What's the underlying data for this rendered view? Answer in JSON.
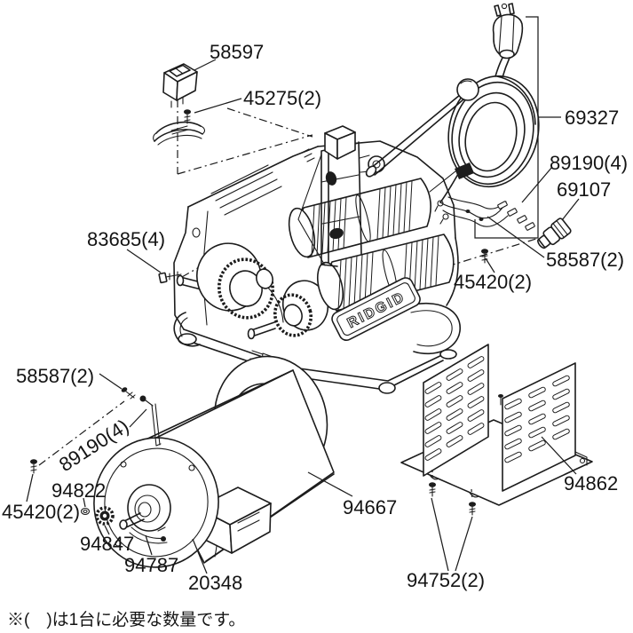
{
  "diagram": {
    "kind": "exploded-parts-diagram",
    "nameplate": "RIDGID",
    "footnote": "※(　)は1台に必要な数量です。"
  },
  "labels": [
    {
      "id": "58597",
      "text": "58597",
      "part_number": "58597",
      "quantity_shown": ""
    },
    {
      "id": "45275",
      "text": "45275(2)",
      "part_number": "45275",
      "quantity_shown": "2"
    },
    {
      "id": "69327",
      "text": "69327",
      "part_number": "69327",
      "quantity_shown": ""
    },
    {
      "id": "89190-r",
      "text": "89190(4)",
      "part_number": "89190",
      "quantity_shown": "4"
    },
    {
      "id": "69107",
      "text": "69107",
      "part_number": "69107",
      "quantity_shown": ""
    },
    {
      "id": "58587-r",
      "text": "58587(2)",
      "part_number": "58587",
      "quantity_shown": "2"
    },
    {
      "id": "45420-r",
      "text": "45420(2)",
      "part_number": "45420",
      "quantity_shown": "2"
    },
    {
      "id": "83685",
      "text": "83685(4)",
      "part_number": "83685",
      "quantity_shown": "4"
    },
    {
      "id": "58587-l",
      "text": "58587(2)",
      "part_number": "58587",
      "quantity_shown": "2"
    },
    {
      "id": "89190-l",
      "text": "89190(4)",
      "part_number": "89190",
      "quantity_shown": "4"
    },
    {
      "id": "94822",
      "text": "94822",
      "part_number": "94822",
      "quantity_shown": ""
    },
    {
      "id": "45420-l",
      "text": "45420(2)",
      "part_number": "45420",
      "quantity_shown": "2"
    },
    {
      "id": "94847",
      "text": "94847",
      "part_number": "94847",
      "quantity_shown": ""
    },
    {
      "id": "94787",
      "text": "94787",
      "part_number": "94787",
      "quantity_shown": ""
    },
    {
      "id": "20348",
      "text": "20348",
      "part_number": "20348",
      "quantity_shown": ""
    },
    {
      "id": "94667",
      "text": "94667",
      "part_number": "94667",
      "quantity_shown": ""
    },
    {
      "id": "94862",
      "text": "94862",
      "part_number": "94862",
      "quantity_shown": ""
    },
    {
      "id": "94752",
      "text": "94752(2)",
      "part_number": "94752",
      "quantity_shown": "2"
    }
  ]
}
